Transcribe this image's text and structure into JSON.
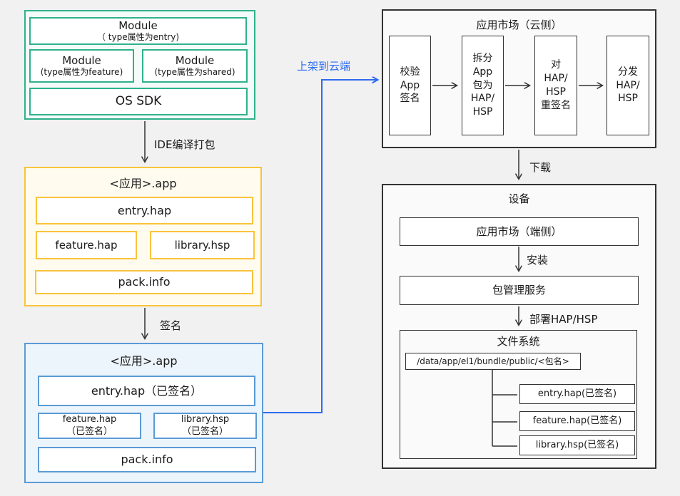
{
  "palette": {
    "background": "#f1f1f2",
    "green": "#2fb18c",
    "green_fill": "#f3faf7",
    "yellow": "#f9c33c",
    "yellow_fill": "#fffbee",
    "blue_border": "#5b9bd5",
    "blue_fill": "#edf5fc",
    "link_blue": "#2e6bf0",
    "dark_border": "#333333",
    "panel_fill": "#fafafa",
    "text": "#1a1a1a"
  },
  "dev_box": {
    "module_entry": {
      "line1": "Module",
      "line2": "（ type属性为entry)"
    },
    "module_feature": {
      "line1": "Module",
      "line2": "(type属性为feature)"
    },
    "module_shared": {
      "line1": "Module",
      "line2": "(type属性为shared)"
    },
    "os_sdk": "OS SDK"
  },
  "labels": {
    "ide_pack": "IDE编译打包",
    "sign": "签名",
    "upload": "上架到云端",
    "download": "下载",
    "install": "安装",
    "deploy": "部署HAP/HSP"
  },
  "app_unsigned": {
    "title": "<应用>.app",
    "entry": "entry.hap",
    "feature": "feature.hap",
    "library": "library.hsp",
    "pack": "pack.info"
  },
  "app_signed": {
    "title": "<应用>.app",
    "entry": "entry.hap（已签名）",
    "feature": {
      "line1": "feature.hap",
      "line2": "（已签名）"
    },
    "library": {
      "line1": "library.hsp",
      "line2": "（已签名）"
    },
    "pack": "pack.info"
  },
  "cloud": {
    "title": "应用市场（云侧）",
    "steps": [
      "校验\nApp\n签名",
      "拆分\nApp\n包为\nHAP/\nHSP",
      "对\nHAP/\nHSP\n重签名",
      "分发\nHAP/\nHSP"
    ]
  },
  "device": {
    "title": "设备",
    "market": "应用市场（端侧）",
    "pkg_service": "包管理服务",
    "filesystem": {
      "title": "文件系统",
      "path": "/data/app/el1/bundle/public/<包名>",
      "files": [
        "entry.hap(已签名)",
        "feature.hap(已签名)",
        "library.hsp(已签名)"
      ]
    }
  }
}
